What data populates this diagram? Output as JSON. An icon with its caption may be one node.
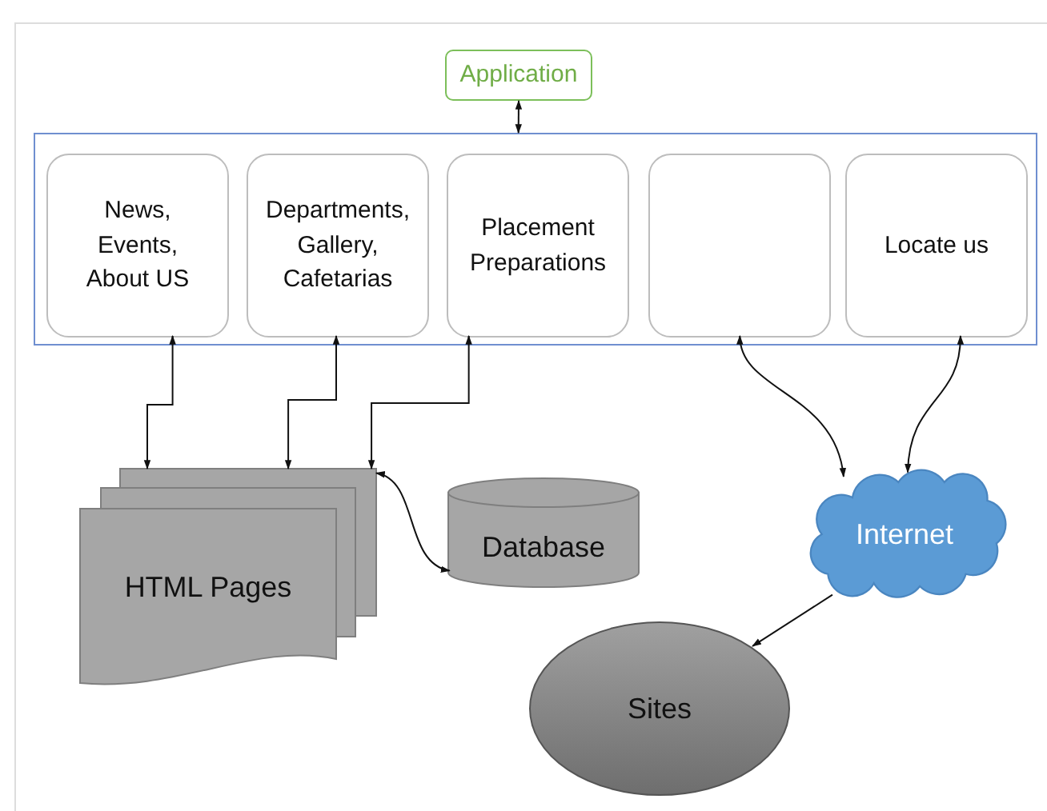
{
  "diagram": {
    "nodes": [
      {
        "text": [
          "Application"
        ]
      },
      {
        "text": [],
        "shape": "box"
      },
      {
        "text": [
          "News, Events, About US"
        ],
        "in": 1
      },
      {
        "text": [
          "Departments, Gallery, Cafetarias"
        ],
        "in": 1
      },
      {
        "text": [
          "Placement Preparations"
        ],
        "in": 1
      },
      {
        "text": [],
        "shape": "box",
        "in": 1
      },
      {
        "text": [
          "Locate us"
        ],
        "in": 1
      },
      {
        "text": [
          "HTML Pages"
        ]
      },
      {
        "text": [
          "Database"
        ]
      },
      {
        "text": [
          "Internet"
        ]
      },
      {
        "text": [
          "Sites"
        ]
      }
    ],
    "edges": [
      {
        "from": 0,
        "to": 1,
        "arrow": "both"
      },
      {
        "from": 2,
        "to": 7,
        "arrow": "both"
      },
      {
        "from": 3,
        "to": 7,
        "arrow": "both"
      },
      {
        "from": 4,
        "to": 7,
        "arrow": "both"
      },
      {
        "from": 7,
        "to": 8,
        "arrow": "both"
      },
      {
        "from": 5,
        "to": 9,
        "arrow": "both"
      },
      {
        "from": 6,
        "to": 9,
        "arrow": "both"
      },
      {
        "from": 9,
        "to": 10,
        "arrow": "to"
      }
    ]
  }
}
